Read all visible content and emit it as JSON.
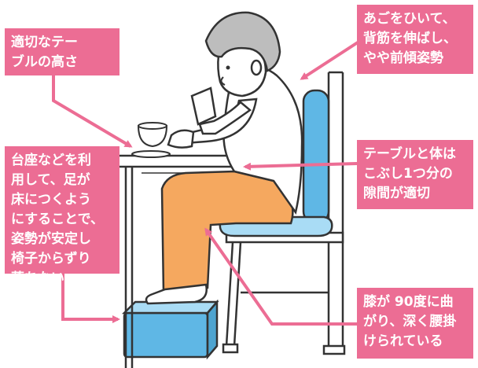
{
  "colors": {
    "callout_bg": "#ec6d94",
    "callout_text": "#ffffff",
    "arrow": "#ec6d94",
    "cushion": "#5fb7e5",
    "cushion_light": "#a9dcf5",
    "pants": "#f5a85f",
    "hair": "#bdbdbd",
    "skin": "#ffffff",
    "outline": "#333333"
  },
  "callouts": {
    "table_height": {
      "lines": [
        "適切なテー",
        "ブルの高さ"
      ]
    },
    "posture": {
      "lines": [
        "あごをひいて、",
        "背筋を伸ばし、",
        "やや前傾姿勢"
      ]
    },
    "table_gap": {
      "lines": [
        "テーブルと体は",
        "こぶし1つ分の",
        "隙間が適切"
      ]
    },
    "footrest": {
      "lines": [
        "台座などを利",
        "用して、足が",
        "床につくよう",
        "にすることで、",
        "姿勢が安定し",
        "椅子からずり",
        "落ちない"
      ]
    },
    "knee": {
      "lines": [
        "膝が 90度に曲",
        "がり、深く腰掛",
        "けられている"
      ]
    }
  }
}
